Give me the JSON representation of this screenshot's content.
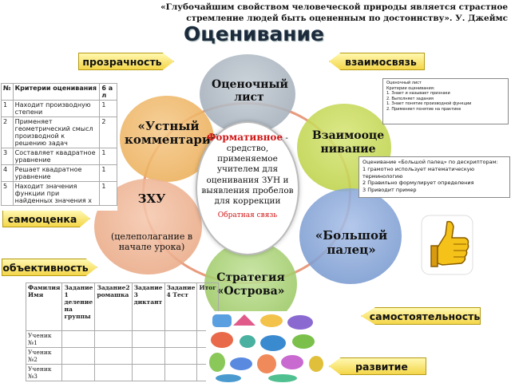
{
  "quote": "«Глубочайшим свойством человеческой природы является страстное стремление людей быть оцененным по достоинству». У. Джеймс",
  "title": "Оценивание",
  "arrows": {
    "transparency": "прозрачность",
    "interconnection": "взаимосвязь",
    "self_assessment": "самооценка",
    "objectivity": "объективность",
    "independence": "самостоятельность",
    "development": "развитие"
  },
  "petals": {
    "evaluation_sheet": "Оценочный лист",
    "oral_comment": "«Устный комментарий»",
    "peer_assessment": "Взаимооценивание",
    "zun": "ЗХУ",
    "zun_note": "(целеполагание в начале урока)",
    "big_finger": "«Большой палец»",
    "island_strategy": "Стратегия «Острова»"
  },
  "center": {
    "formative": "Формативное",
    "definition": "- средство, применяемое учителем для оценивания ЗУН и выявления пробелов для коррекции",
    "feedback": "Обратная связь"
  },
  "criteria_table": {
    "headers": [
      "№",
      "Критерии оценивания",
      "6 а л"
    ],
    "rows": [
      [
        "1",
        "Находит производную степени",
        "1"
      ],
      [
        "2",
        "Применяет геометрический смысл производной к решению задач",
        "2"
      ],
      [
        "3",
        "Составляет квадратное уравнение",
        "1"
      ],
      [
        "4",
        "Решает квадратное уравнение",
        "1"
      ],
      [
        "5",
        "Находит значения функции при найденных значения х",
        "1"
      ]
    ]
  },
  "doc_card_left": {
    "lines": [
      "Оценочный лист",
      "Критерии оценивания:",
      "1. Знает и называет признаки",
      "2. Выполняет задания",
      "1. Знает понятие производной функции",
      "2. Применяет понятие на практике"
    ]
  },
  "doc_card_right": {
    "title": "Оценивание «Большой палец» по дескрипторам:",
    "lines": [
      "1 грамотно использует математическую терминологию",
      "2 Правильно формулирует определения",
      "3 Приводит пример"
    ]
  },
  "grade_table": {
    "headers": [
      "Фамилия Имя",
      "Задание 1 деление на группы",
      "Задание2 ромашка",
      "Задание 3 диктант",
      "Задание 4 Тест",
      "Итог"
    ],
    "rows": [
      [
        "Ученик №1",
        "",
        "",
        "",
        "",
        ""
      ],
      [
        "Ученик №2",
        "",
        "",
        "",
        "",
        ""
      ],
      [
        "Ученик №3",
        "",
        "",
        "",
        "",
        ""
      ]
    ]
  },
  "colors": {
    "petal_evaluation_sheet": "#9aa6b2",
    "petal_oral_comment": "#e8a64a",
    "petal_peer_assessment": "#b6cc3a",
    "petal_zun": "#e6a07a",
    "petal_big_finger": "#6b8fc8",
    "petal_island": "#8fbf52",
    "ring": "#e07a52",
    "accent_red": "#d01818",
    "arrow_fill": "#f4d64a"
  },
  "icons": [
    "thumbs-up-icon",
    "islands-map-icon"
  ]
}
